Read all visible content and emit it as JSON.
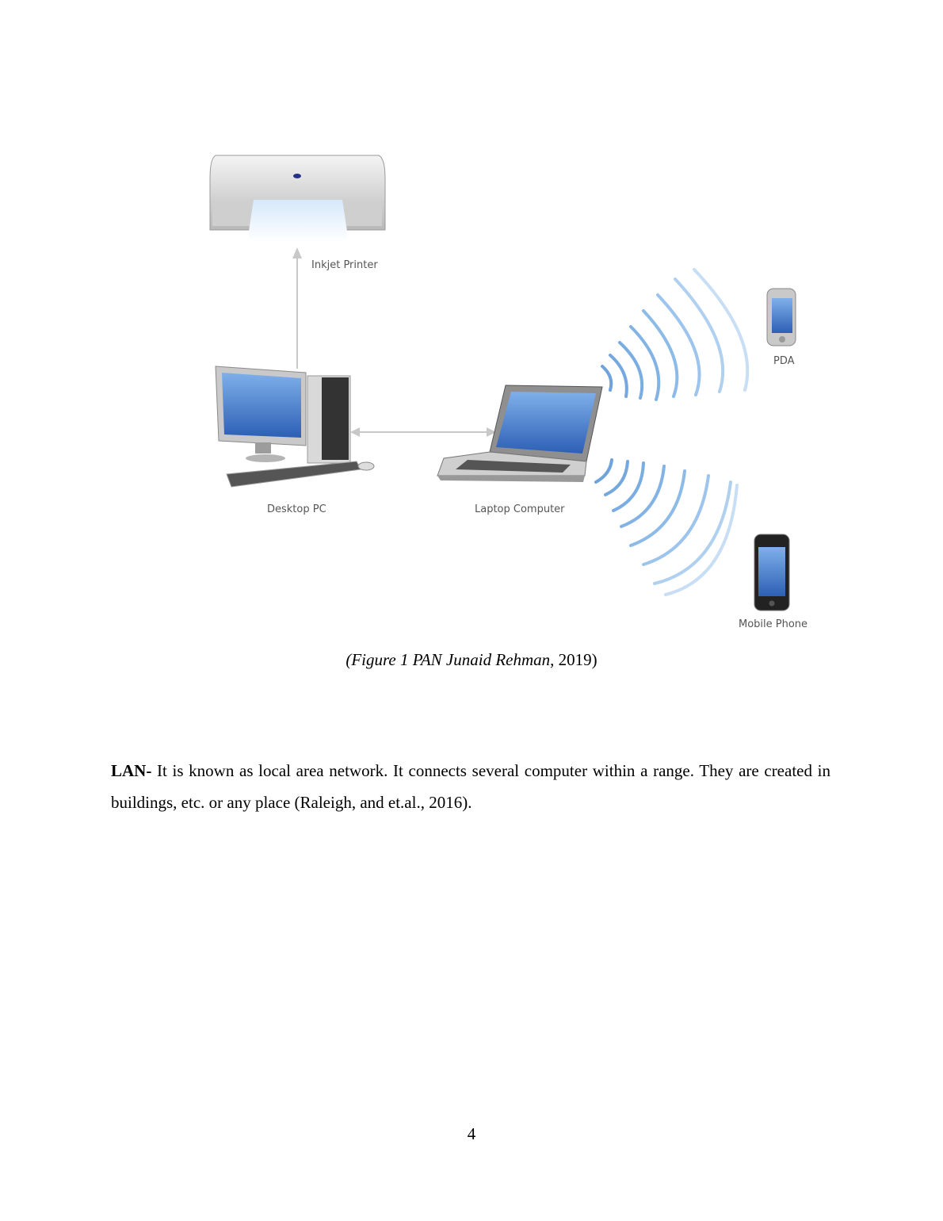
{
  "figure": {
    "nodes": [
      {
        "id": "printer",
        "label": "Inkjet Printer",
        "icon": "printer-icon"
      },
      {
        "id": "desktop",
        "label": "Desktop PC",
        "icon": "desktop-computer-icon"
      },
      {
        "id": "laptop",
        "label": "Laptop Computer",
        "icon": "laptop-icon"
      },
      {
        "id": "pda",
        "label": "PDA",
        "icon": "pda-icon"
      },
      {
        "id": "phone",
        "label": "Mobile Phone",
        "icon": "mobile-phone-icon"
      }
    ],
    "connections": [
      {
        "from": "desktop",
        "to": "printer",
        "type": "arrow"
      },
      {
        "from": "desktop",
        "to": "laptop",
        "type": "double-arrow"
      },
      {
        "from": "laptop",
        "to": "pda",
        "type": "wireless"
      },
      {
        "from": "laptop",
        "to": "phone",
        "type": "wireless"
      }
    ],
    "colors": {
      "screen": "#3f77c9",
      "wave": "#7eaee0",
      "connector": "#c8c8c8",
      "label": "#555555"
    }
  },
  "caption": {
    "italic_part": "(Figure 1 PAN  Junaid Rehman",
    "plain_part": ", 2019)"
  },
  "paragraph": {
    "term": "LAN-",
    "text": " It is known as local area network. It connects several computer within a range. They are created in buildings, etc. or any place (Raleigh,   and et.al.,  2016)."
  },
  "page_number": "4"
}
